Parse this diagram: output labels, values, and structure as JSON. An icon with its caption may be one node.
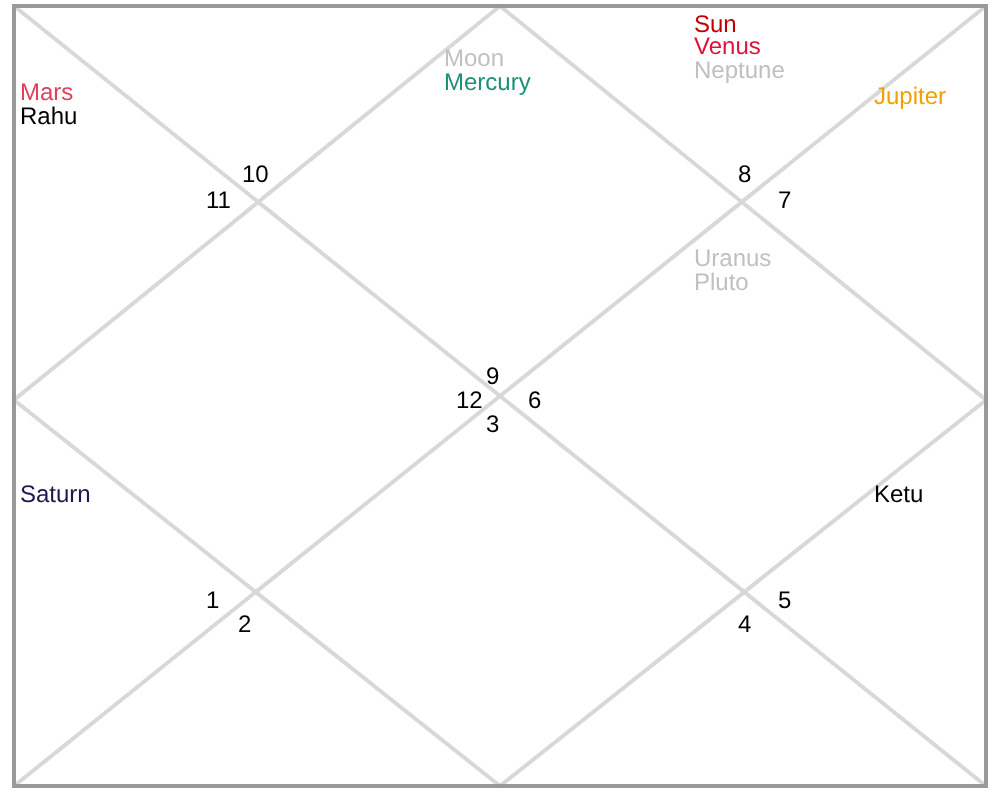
{
  "diagram": {
    "labels": [
      "Sun",
      "Venus",
      "Moon",
      "Neptune",
      "Mars",
      "Mercury",
      "Jupiter",
      "Rahu",
      "10",
      "8",
      "11",
      "7",
      "Uranus",
      "Pluto",
      "9",
      "12",
      "6",
      "3",
      "Saturn",
      "Ketu",
      "1",
      "5",
      "2",
      "4"
    ]
  }
}
